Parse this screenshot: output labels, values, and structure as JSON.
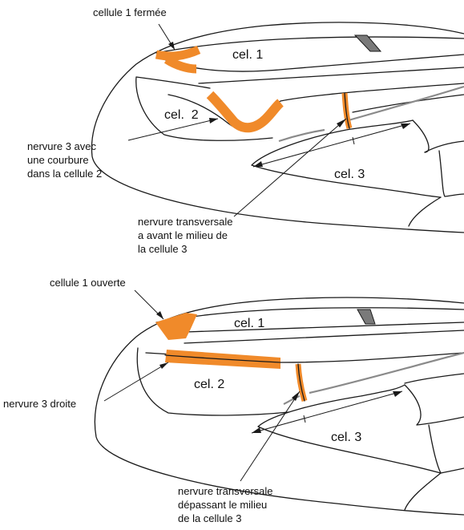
{
  "top_wing": {
    "cell_labels": {
      "cell1": "cel. 1",
      "cell2": "cel.  2",
      "cell3": "cel. 3"
    },
    "annotations": {
      "cell1_closed": "cellule 1 fermée",
      "vein3_curve": [
        "nervure 3 avec",
        "une courbure",
        "dans la cellule 2"
      ],
      "crossvein_before_middle": [
        "nervure transversale",
        "a avant le milieu de",
        "la cellule 3"
      ]
    }
  },
  "bottom_wing": {
    "cell_labels": {
      "cell1": "cel. 1",
      "cell2": "cel. 2",
      "cell3": "cel. 3"
    },
    "annotations": {
      "cell1_open": "cellule 1 ouverte",
      "vein3_straight": "nervure 3 droite",
      "crossvein_past_middle": [
        "nervure transversale",
        "dépassant le milieu",
        "de la cellule 3"
      ]
    }
  },
  "colors": {
    "highlight": "#f08a2a",
    "vein": "#1a1a1a",
    "stigma": "#7a7a7a",
    "grey_vein": "#8a8a8a",
    "background": "#ffffff"
  }
}
